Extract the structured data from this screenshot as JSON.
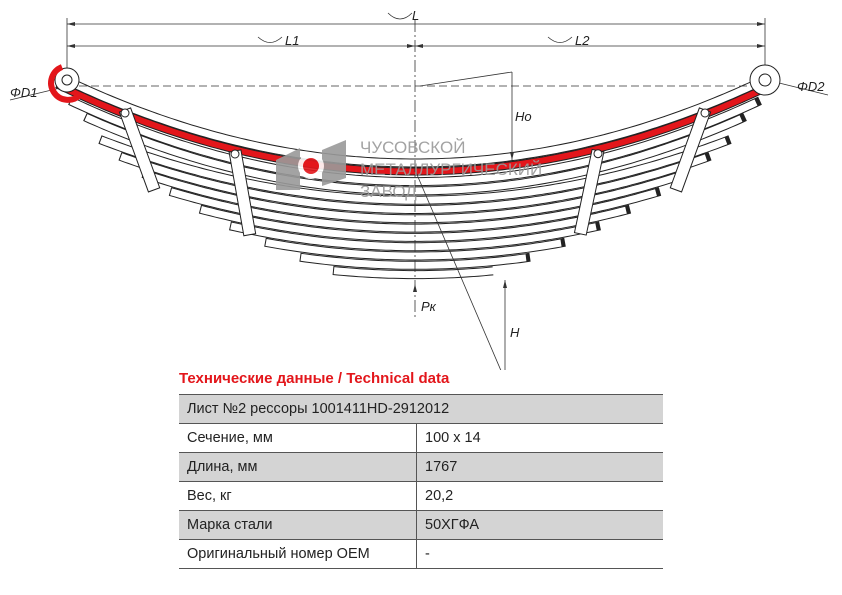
{
  "drawing": {
    "dims": {
      "L": "L",
      "L1": "L1",
      "L2": "L2",
      "D1": "ΦD1",
      "D2": "ΦD2",
      "Ho": "Ho",
      "H": "H",
      "Pk": "Pк"
    },
    "logo": {
      "line1": "ЧУСОВСКОЙ",
      "line2": "МЕТАЛЛУРГИЧЕСКИЙ",
      "line3": "ЗАВОД"
    },
    "colors": {
      "highlight": "#e3161b",
      "logo": "#9a9a9a"
    }
  },
  "table": {
    "title": "Технические данные / Technical data",
    "header": "Лист №2 рессоры 1001411HD-2912012",
    "rows": [
      {
        "label": "Сечение, мм",
        "value": "100 x 14"
      },
      {
        "label": "Длина, мм",
        "value": "1767"
      },
      {
        "label": "Вес, кг",
        "value": "20,2"
      },
      {
        "label": "Марка стали",
        "value": "50ХГФА"
      },
      {
        "label": "Оригинальный номер OEM",
        "value": "-"
      }
    ]
  }
}
